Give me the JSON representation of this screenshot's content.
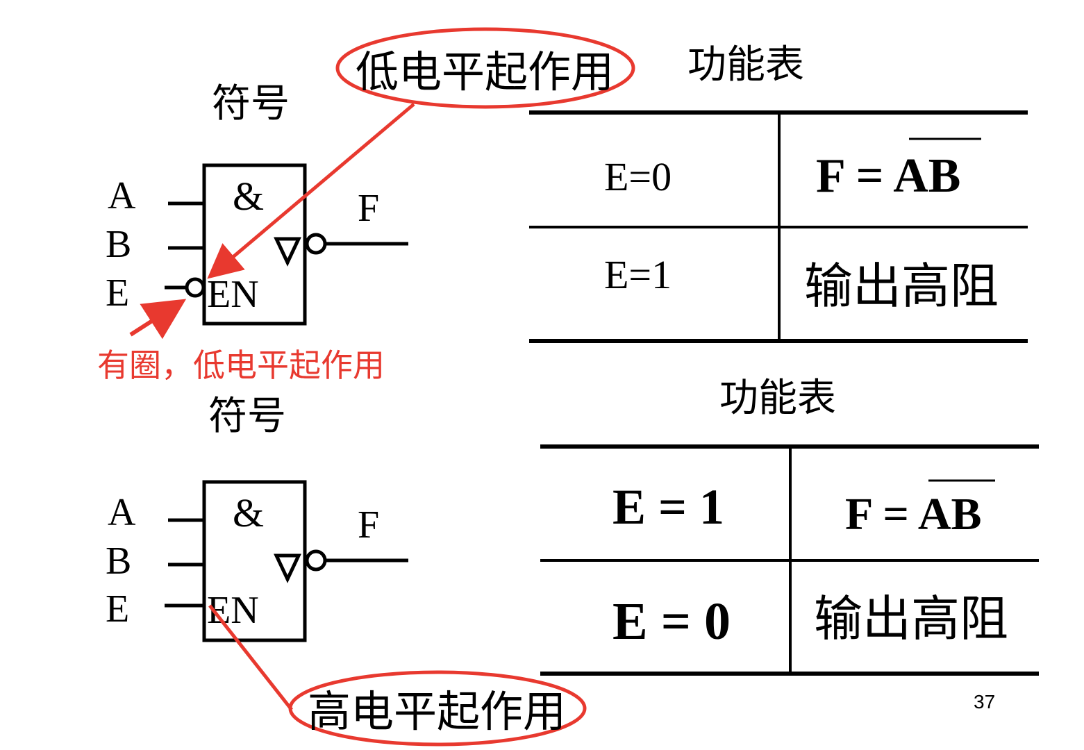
{
  "gate1": {
    "title": "符号",
    "and_symbol": "&",
    "enable_label": "EN",
    "inputs": [
      "A",
      "B",
      "E"
    ],
    "output": "F",
    "callout_low": "低电平起作用",
    "note": "有圈，低电平起作用"
  },
  "table1": {
    "title": "功能表",
    "rows": [
      {
        "condition": "E=0",
        "result_prefix": "F = ",
        "result_overbar": "AB"
      },
      {
        "condition": "E=1",
        "result_text": "输出高阻"
      }
    ]
  },
  "gate2": {
    "title": "符号",
    "and_symbol": "&",
    "enable_label": "EN",
    "inputs": [
      "A",
      "B",
      "E"
    ],
    "output": "F",
    "callout_high": "高电平起作用"
  },
  "table2": {
    "title": "功能表",
    "rows": [
      {
        "condition": "E = 1",
        "result_prefix": "F = ",
        "result_overbar": "AB"
      },
      {
        "condition": "E = 0",
        "result_text": "输出高阻"
      }
    ]
  },
  "page_number": "37",
  "colors": {
    "annotation": "#e8392f",
    "ink": "#000000"
  }
}
